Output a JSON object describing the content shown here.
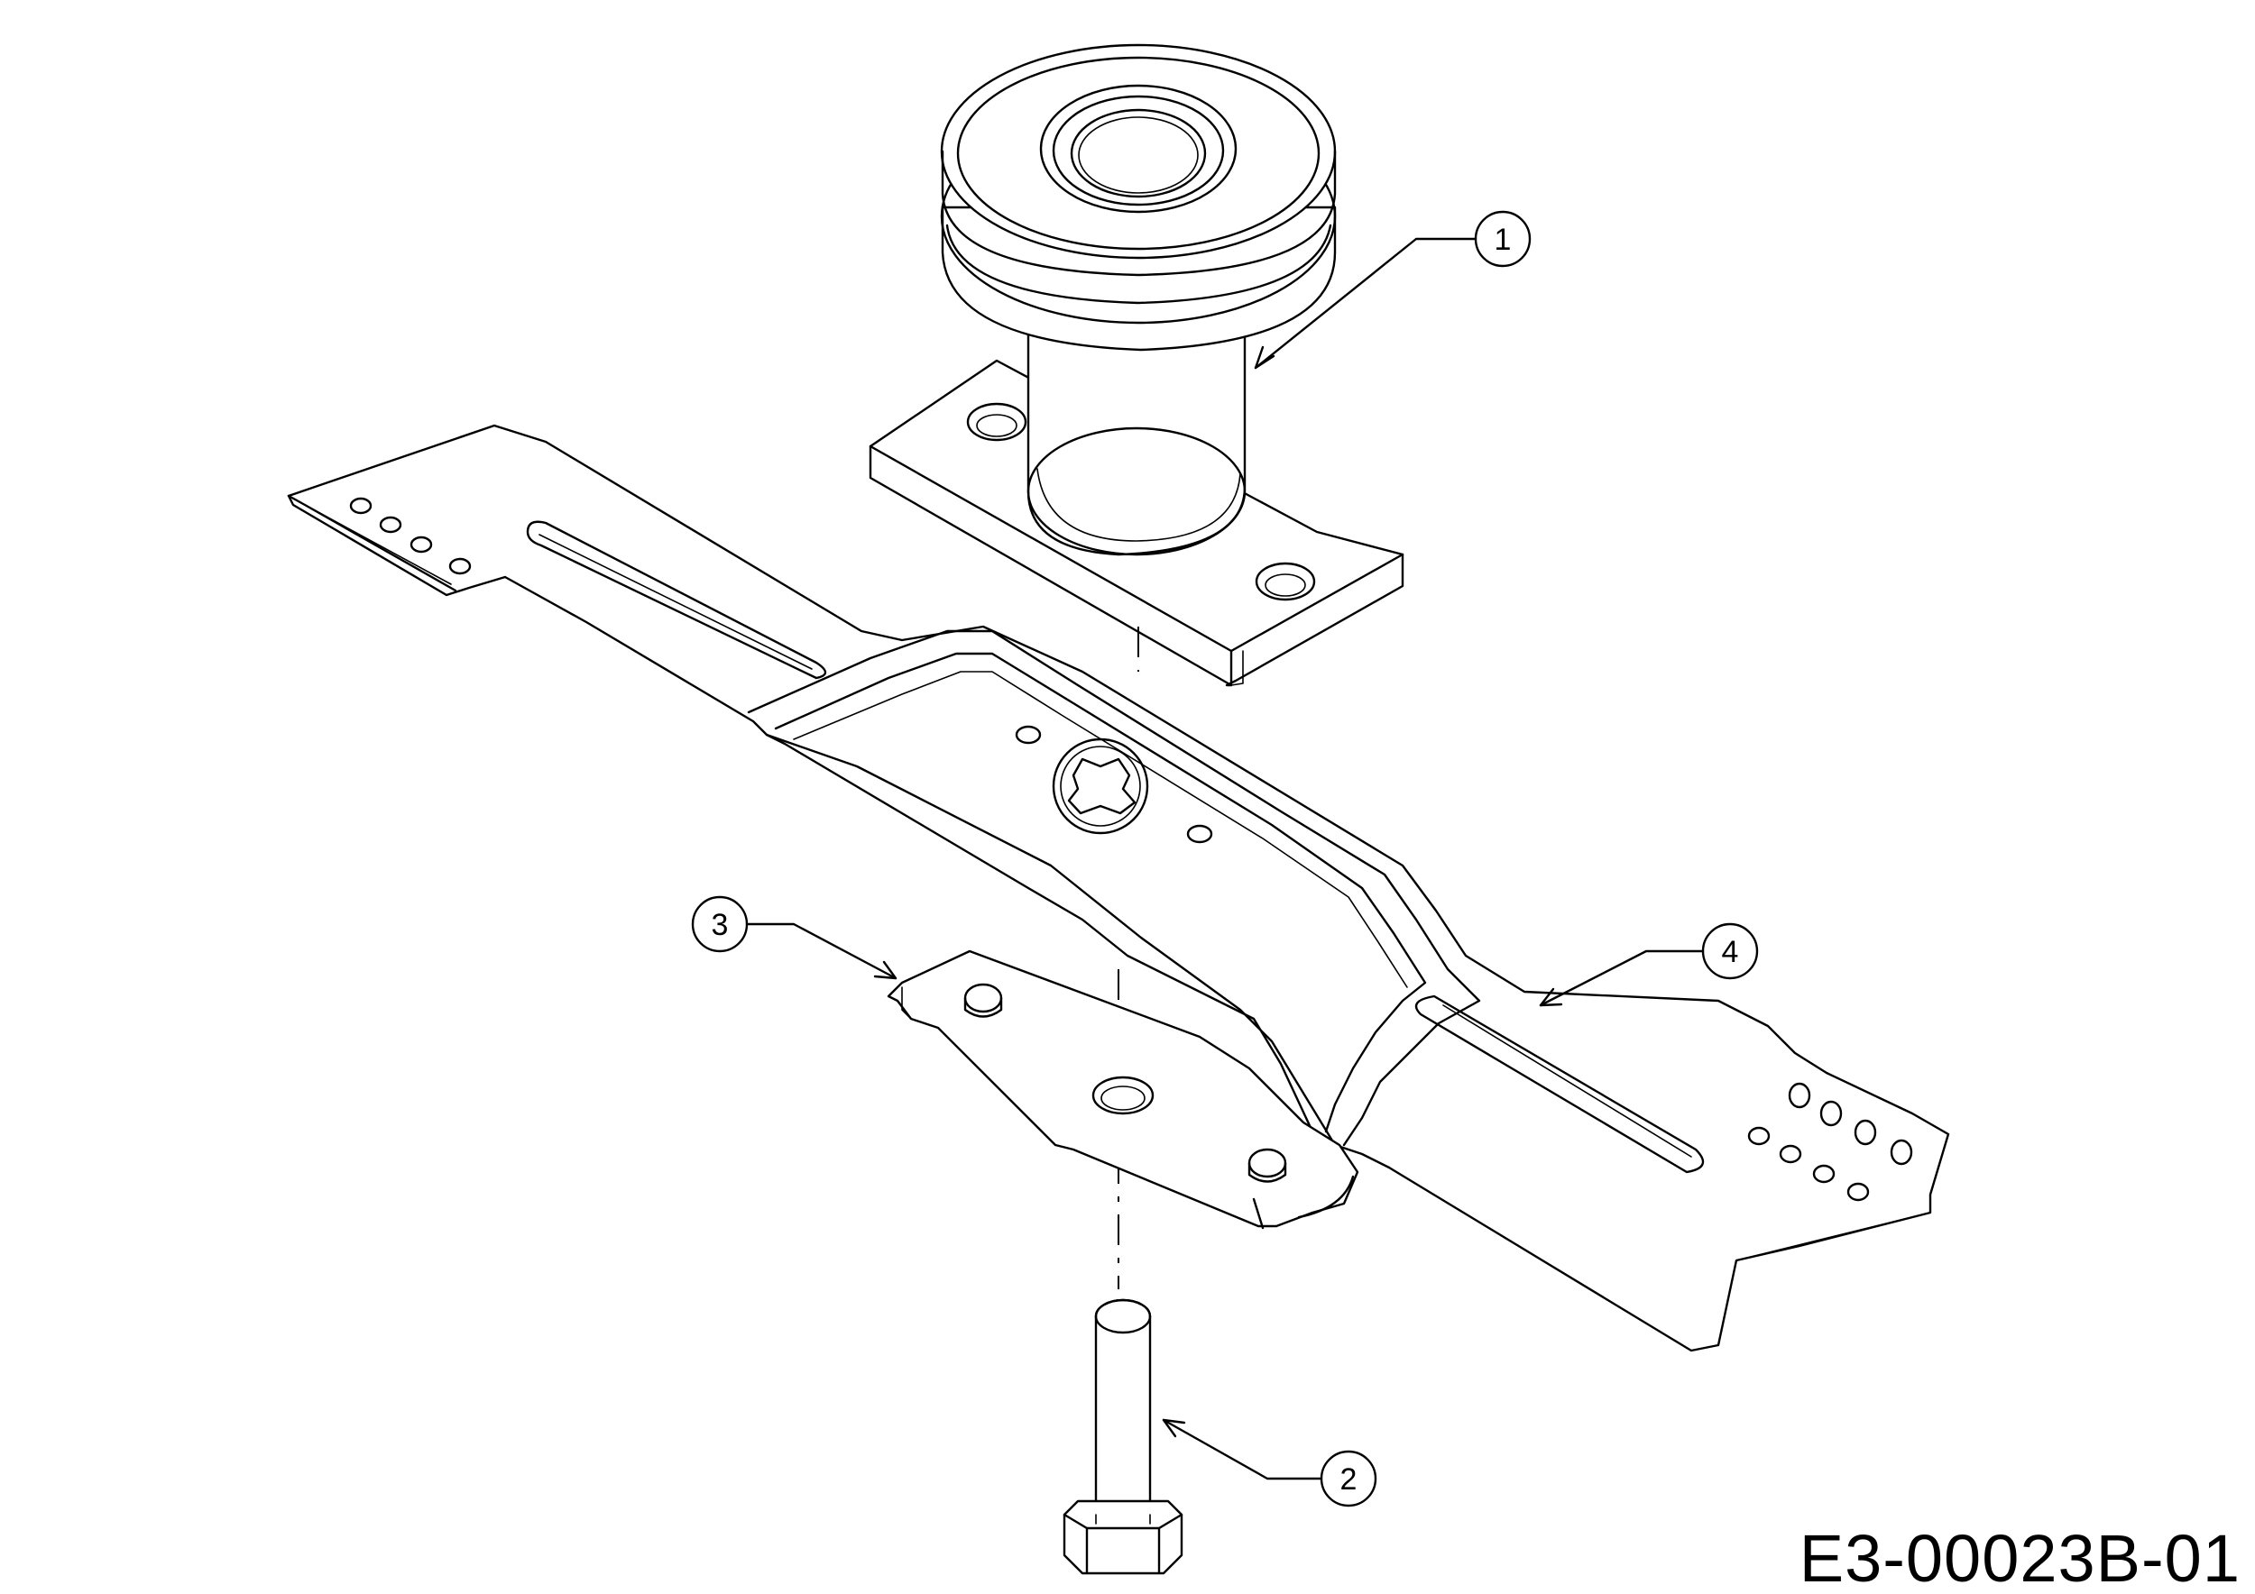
{
  "drawing_number": "E3-00023B-01",
  "callouts": [
    {
      "label": "1",
      "part": "spindle-pulley-assembly"
    },
    {
      "label": "2",
      "part": "blade-bolt"
    },
    {
      "label": "3",
      "part": "blade-adapter"
    },
    {
      "label": "4",
      "part": "mower-blade"
    }
  ],
  "colors": {
    "line": "#000000",
    "background": "#ffffff"
  }
}
